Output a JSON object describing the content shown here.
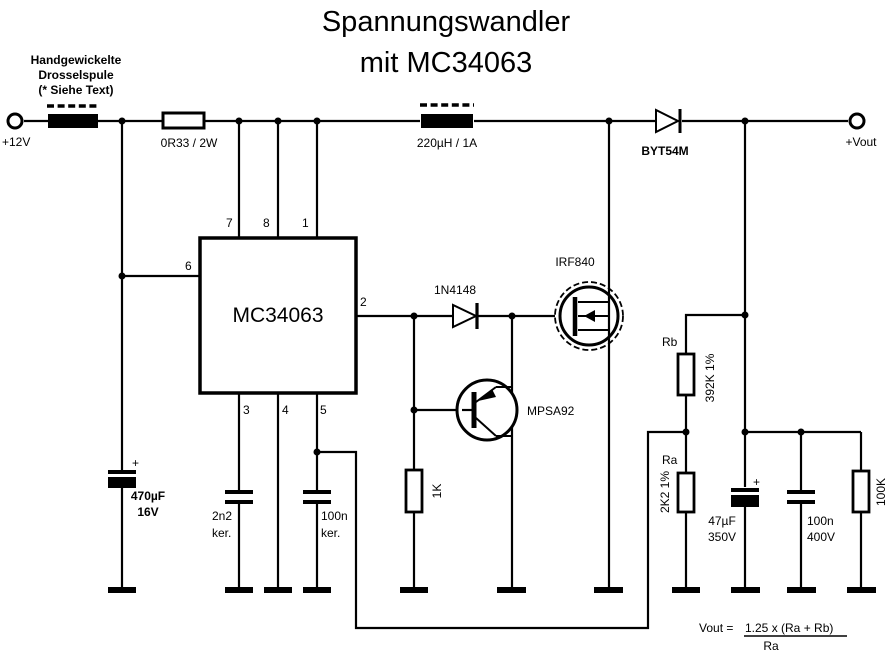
{
  "title": {
    "line1": "Spannungswandler",
    "line2": "mit MC34063"
  },
  "terminals": {
    "input": "+12V",
    "output": "+Vout"
  },
  "components": {
    "choke_input": {
      "label_line1": "Handgewickelte",
      "label_line2": "Drosselspule",
      "label_line3": "(* Siehe Text)"
    },
    "shunt_resistor": "0R33 / 2W",
    "inductor": "220µH / 1A",
    "output_diode": "BYT54M",
    "ic": {
      "name": "MC34063",
      "pins": {
        "p1": "1",
        "p2": "2",
        "p3": "3",
        "p4": "4",
        "p5": "5",
        "p6": "6",
        "p7": "7",
        "p8": "8"
      }
    },
    "gate_diode": "1N4148",
    "mosfet": "IRF840",
    "pnp_transistor": "MPSA92",
    "input_cap": {
      "value": "470µF",
      "voltage": "16V"
    },
    "timing_cap": {
      "value": "2n2",
      "type": "ker."
    },
    "comp_cap": {
      "value": "100n",
      "type": "ker."
    },
    "pulldown_resistor": "1K",
    "rb": {
      "name": "Rb",
      "value": "392K 1%"
    },
    "ra": {
      "name": "Ra",
      "value": "2K2 1%"
    },
    "output_elcap": {
      "value": "47µF",
      "voltage": "350V"
    },
    "output_cap": {
      "value": "100n",
      "voltage": "400V"
    },
    "load_resistor": "100K",
    "polarity_plus": "+"
  },
  "formula": {
    "lhs": "Vout =",
    "numerator": "1.25 x (Ra + Rb)",
    "denominator": "Ra"
  }
}
